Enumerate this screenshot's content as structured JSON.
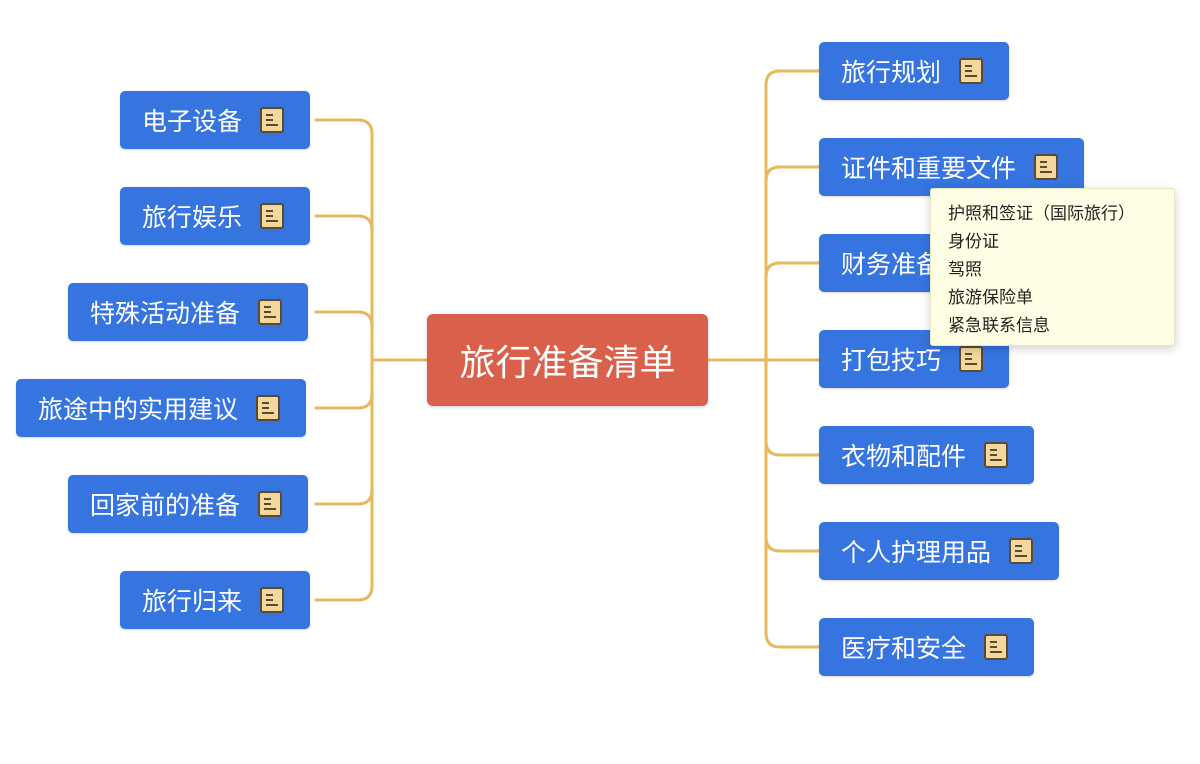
{
  "central_topic": "旅行准备清单",
  "left_branches": [
    {
      "label": "电子设备",
      "icon": "note-icon"
    },
    {
      "label": "旅行娱乐",
      "icon": "note-icon"
    },
    {
      "label": "特殊活动准备",
      "icon": "note-icon"
    },
    {
      "label": "旅途中的实用建议",
      "icon": "note-icon"
    },
    {
      "label": "回家前的准备",
      "icon": "note-icon"
    },
    {
      "label": "旅行归来",
      "icon": "note-icon"
    }
  ],
  "right_branches": [
    {
      "label": "旅行规划",
      "icon": "note-icon"
    },
    {
      "label": "证件和重要文件",
      "icon": "note-icon"
    },
    {
      "label": "财务准备",
      "icon": "note-icon"
    },
    {
      "label": "打包技巧",
      "icon": "note-icon"
    },
    {
      "label": "衣物和配件",
      "icon": "note-icon"
    },
    {
      "label": "个人护理用品",
      "icon": "note-icon"
    },
    {
      "label": "医疗和安全",
      "icon": "note-icon"
    }
  ],
  "note_tooltip": {
    "lines": [
      "护照和签证（国际旅行）",
      "身份证",
      "驾照",
      "旅游保险单",
      "紧急联系信息"
    ]
  },
  "colors": {
    "topic_fill": "#3674e0",
    "central_fill": "#d9604a",
    "connector": "#e7b85c",
    "tooltip_fill": "#fefee4"
  }
}
